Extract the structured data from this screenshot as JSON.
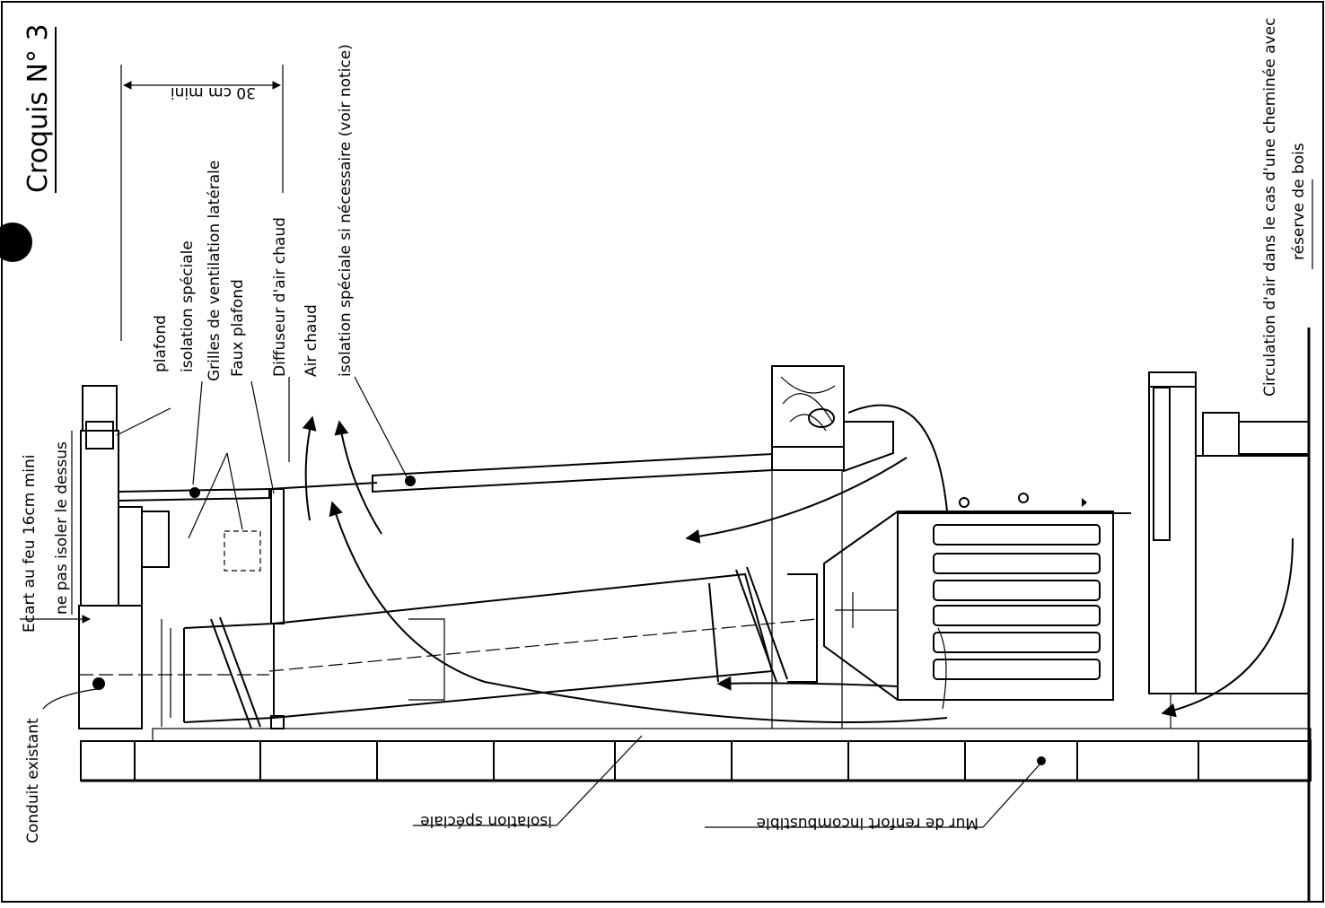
{
  "title": "Croquis N° 3",
  "labels": {
    "dimension": "30 cm mini",
    "plafond": "plafond",
    "isolation_speciale_top": "isolation spéciale",
    "grilles": "Grilles de ventilation latérale",
    "faux_plafond": "Faux plafond",
    "diffuseur": "Diffuseur d'air chaud",
    "air_chaud": "Air chaud",
    "isolation_si_necessaire": "isolation spéciale si nécessaire (voir notice)",
    "ecart_au_feu": "Ecart au feu 16cm mini",
    "ne_pas_isoler": "ne pas isoler le dessus",
    "conduit_existant": "Conduit existant",
    "isolation_speciale_bottom": "isolation spéciale",
    "mur_de_renfort": "Mur de renfort incombustible",
    "circulation_line1": "Circulation d'air dans le cas d'une cheminée avec",
    "circulation_line2": "réserve de bois"
  },
  "colors": {
    "ink": "#000000",
    "paper": "#ffffff"
  }
}
